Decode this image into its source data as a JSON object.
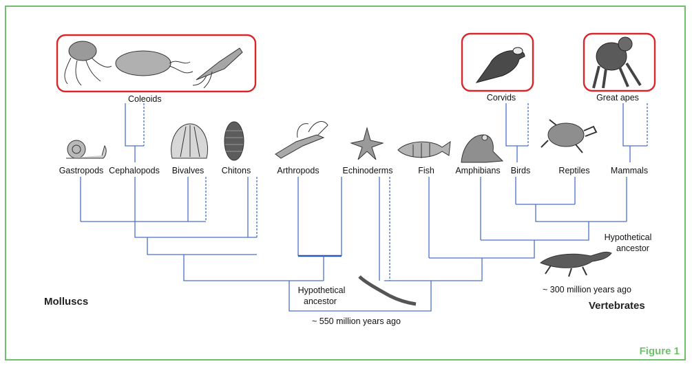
{
  "figure_label": "Figure 1",
  "groups": {
    "left": "Molluscs",
    "right": "Vertebrates"
  },
  "highlighted": {
    "coleoids": "Coleoids",
    "corvids": "Corvids",
    "great_apes": "Great apes"
  },
  "taxa": {
    "gastropods": "Gastropods",
    "cephalopods": "Cephalopods",
    "bivalves": "Bivalves",
    "chitons": "Chitons",
    "arthropods": "Arthropods",
    "echinoderms": "Echinoderms",
    "fish": "Fish",
    "amphibians": "Amphibians",
    "birds": "Birds",
    "reptiles": "Reptiles",
    "mammals": "Mammals"
  },
  "ancestors": {
    "vertebrate_line1": "Hypothetical",
    "vertebrate_line2": "ancestor",
    "vertebrate_age": "~ 300 million years ago",
    "root_line1": "Hypothetical",
    "root_line2": "ancestor",
    "root_age": "~ 550 million years ago"
  },
  "colors": {
    "tree": "#4a6fc9",
    "highlight_box": "#d7262c",
    "frame": "#6cc16a",
    "figure_label": "#6cc16a"
  }
}
